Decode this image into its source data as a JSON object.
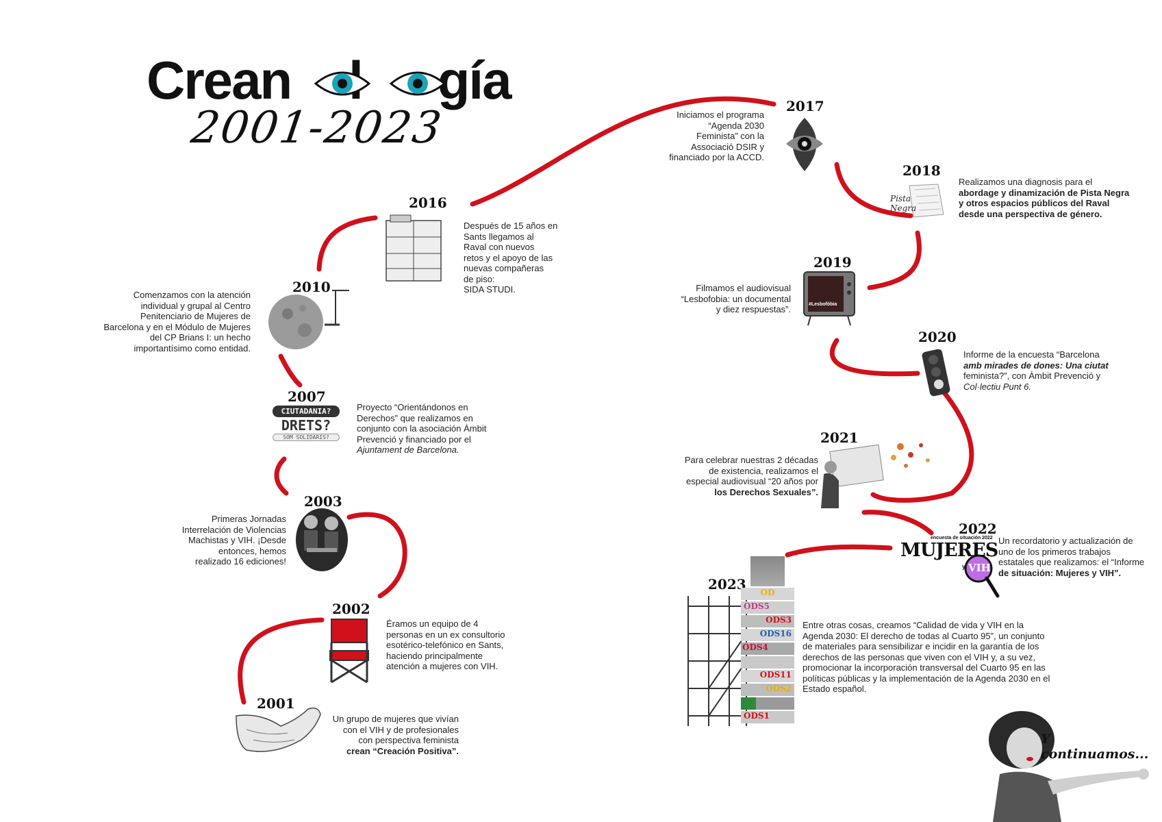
{
  "title": {
    "part1": "Crean",
    "part2": "l",
    "part3": "gía",
    "years": "2001-2023"
  },
  "events": [
    {
      "year": "2001",
      "lines": [
        "Un grupo de mujeres que vivían",
        "con el VIH y de profesionales",
        "con perspectiva feminista",
        "crean “Creación Positiva”."
      ]
    },
    {
      "year": "2002",
      "lines": [
        "Éramos un equipo de 4",
        "personas en un ex consultorio",
        "esotérico-telefónico en Sants,",
        "haciendo principalmente",
        "atención a mujeres con VIH."
      ]
    },
    {
      "year": "2003",
      "lines": [
        "Primeras Jornadas",
        "Interrelación de Violencias",
        "Machistas y VIH. ¡Desde",
        "entonces, hemos",
        "realizado 16 ediciones!"
      ]
    },
    {
      "year": "2007",
      "lines": [
        "Proyecto “Orientándonos en",
        "Derechos” que realizamos en",
        "conjunto con la asociación Àmbit",
        "Prevenció y financiado por el",
        "Ajuntament de Barcelona."
      ]
    },
    {
      "year": "2010",
      "lines": [
        "Comenzamos con la atención",
        "individual  y grupal al Centro",
        "Penitenciario de Mujeres de",
        "Barcelona y en el Módulo de Mujeres",
        "del CP Brians I: un hecho",
        "importantísimo como entidad."
      ]
    },
    {
      "year": "2016",
      "lines": [
        "Después de 15 años en",
        "Sants llegamos al",
        "Raval con nuevos",
        "retos y el apoyo de las",
        "nuevas compañeras",
        "de piso:",
        "SIDA STUDI."
      ]
    },
    {
      "year": "2017",
      "lines": [
        "Iniciamos el programa",
        "“Agenda 2030",
        "Feminista” con la",
        "Associació  DSIR y",
        "financiado por la ACCD."
      ]
    },
    {
      "year": "2018",
      "lines": [
        "Realizamos una diagnosis para el",
        "abordage y dinamización de Pista Negra",
        "y otros espacios públicos del Raval",
        "desde una perspectiva de género."
      ]
    },
    {
      "year": "2019",
      "lines": [
        "Filmamos el audiovisual",
        "“Lesbofobia: un documental",
        "y diez respuestas”."
      ]
    },
    {
      "year": "2020",
      "lines": [
        "Informe de la encuesta “Barcelona",
        "amb mirades de dones: Una ciutat",
        "feminista?”, con Àmbit Prevenció y",
        "Col·lectiu Punt 6."
      ]
    },
    {
      "year": "2021",
      "lines": [
        "Para celebrar nuestras 2 décadas",
        "de existencia, realizamos el",
        "especial audiovisual “20 años por",
        "los Derechos Sexuales”."
      ]
    },
    {
      "year": "2022",
      "lines": [
        "Un recordatorio y actualización de",
        "uno de los primeros trabajos",
        "estatales que realizamos: el “Informe",
        "de situación: Mujeres y VIH”."
      ]
    },
    {
      "year": "2023",
      "lines": [
        "Entre otras cosas, creamos “Calidad de vida y VIH en la",
        "Agenda 2030: El derecho de todas al Cuarto 95”, un conjunto",
        "de materiales para sensibilizar e incidir en la garantía de los",
        "derechos de las personas que viven con el VIH y, a su vez,",
        "promocionar la incorporación transversal del Cuarto 95 en las",
        "políticas públicas y la implementación de la Agenda 2030 en el",
        "Estado español."
      ]
    }
  ],
  "images": {
    "tv_label": "#Lesbofòbia",
    "pista_negra": "Pista Negra",
    "ciutadania": "CIUTADANIA?",
    "drets": "DRETS?",
    "som_solidaris": "SOM SOLIDARIS?",
    "survey_small": "encuesta de situación 2022",
    "survey_big": "MUJERES",
    "survey_y": "y",
    "survey_vih": "VIH",
    "ods_blocks": [
      "OD",
      "ODS5",
      "ODS3",
      "ODS16",
      "ODS4",
      "ODS11",
      "ODS2",
      "ODS1"
    ]
  },
  "closing": "Y continuamos...",
  "colors": {
    "path": "#d0111b",
    "eye_iris": "#1aa3b8",
    "text": "#222222"
  }
}
